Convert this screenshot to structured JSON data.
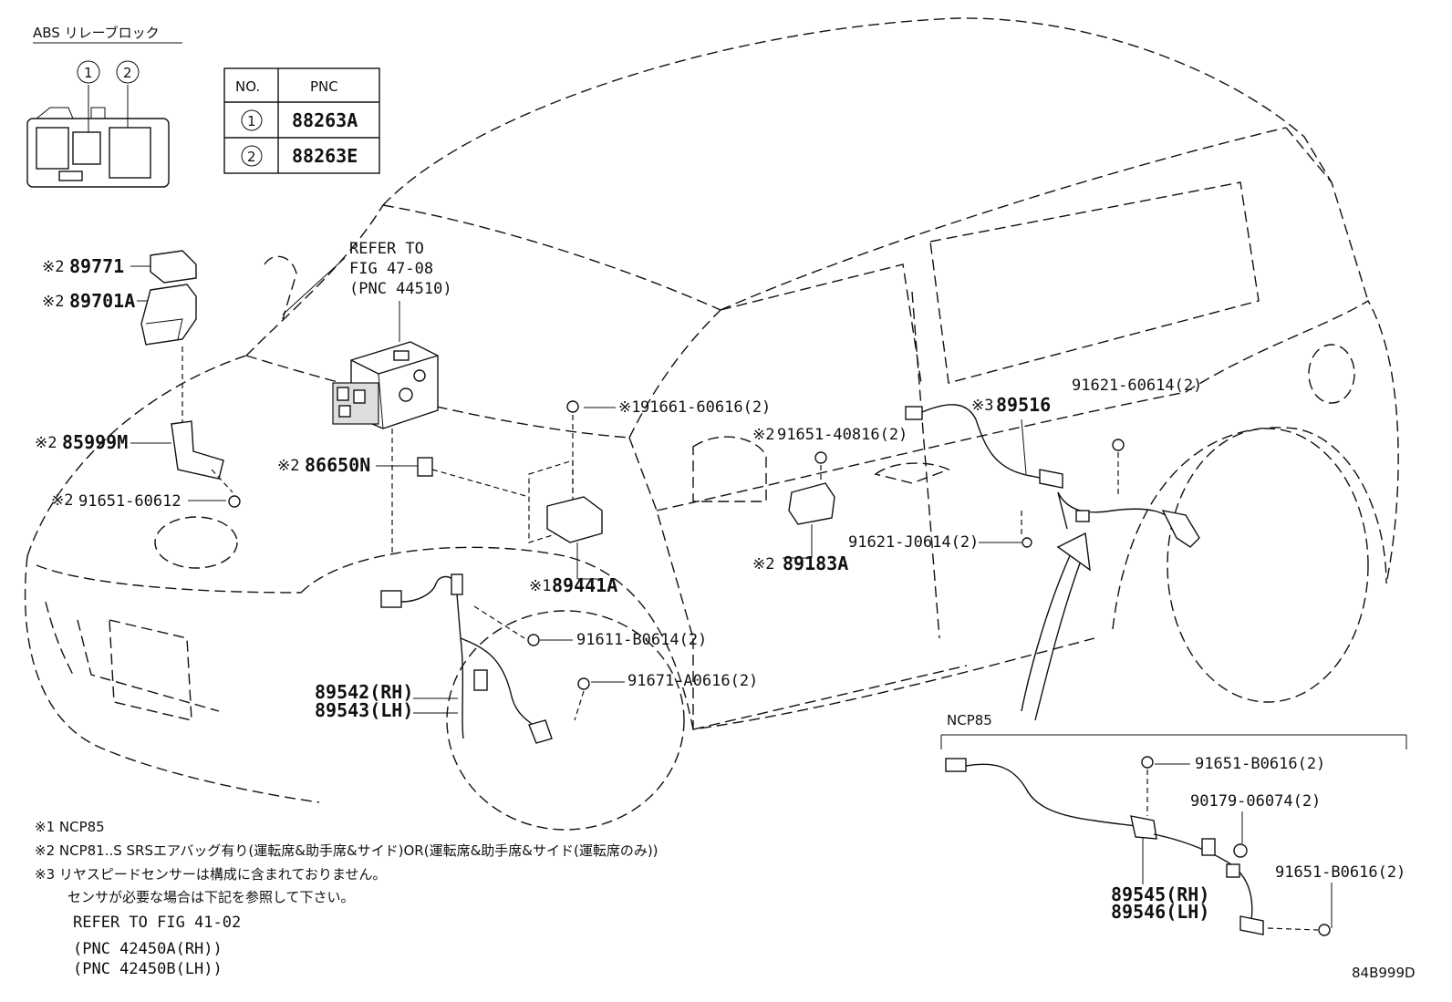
{
  "relay_block": {
    "title": "ABS リレーブロック",
    "marker_1": "1",
    "marker_2": "2"
  },
  "pnc_table": {
    "headers": [
      "NO.",
      "PNC"
    ],
    "rows": [
      {
        "no": "1",
        "pnc": "88263A"
      },
      {
        "no": "2",
        "pnc": "88263E"
      }
    ]
  },
  "refer_box": {
    "line1": "REFER TO",
    "line2": "FIG 47-08",
    "line3": "(PNC 44510)"
  },
  "parts": {
    "p89771": {
      "prefix": "※2",
      "code": "89771"
    },
    "p89701a": {
      "prefix": "※2",
      "code": "89701A"
    },
    "p85999m": {
      "prefix": "※2",
      "code": "85999M"
    },
    "p91651_60612": {
      "prefix": "※2",
      "code": "91651-60612"
    },
    "p86650n": {
      "prefix": "※2",
      "code": "86650N"
    },
    "p91661": {
      "prefix": "※1",
      "code": "91661-60616(2)"
    },
    "p91651_40816": {
      "prefix": "※2",
      "code": "91651-40816(2)"
    },
    "p89441a": {
      "prefix": "※1",
      "code": "89441A"
    },
    "p89183a": {
      "prefix": "※2",
      "code": "89183A"
    },
    "p91621_j0614": {
      "code": "91621-J0614(2)"
    },
    "p89516": {
      "prefix": "※3",
      "code": "89516"
    },
    "p91621_60614": {
      "code": "91621-60614(2)"
    },
    "p91611": {
      "code": "91611-B0614(2)"
    },
    "p91671": {
      "code": "91671-A0616(2)"
    },
    "p89542": {
      "code": "89542(RH)"
    },
    "p89543": {
      "code": "89543(LH)"
    }
  },
  "ncp85_inset": {
    "title": "NCP85",
    "p91651_b0616_top": {
      "code": "91651-B0616(2)"
    },
    "p90179": {
      "code": "90179-06074(2)"
    },
    "p91651_b0616_bot": {
      "code": "91651-B0616(2)"
    },
    "p89545": {
      "code": "89545(RH)"
    },
    "p89546": {
      "code": "89546(LH)"
    }
  },
  "notes": {
    "n1": "※1 NCP85",
    "n2": "※2 NCP81..S SRSエアバッグ有り(運転席&助手席&サイド)OR(運転席&助手席&サイド(運転席のみ))",
    "n3": "※3 リヤスピードセンサーは構成に含まれておりません。",
    "n3b": "センサが必要な場合は下記を参照して下さい。",
    "refer1": "REFER TO FIG 41-02",
    "refer2": "(PNC 42450A(RH))",
    "refer3": "(PNC 42450B(LH))"
  },
  "diagram_id": "84B999D"
}
